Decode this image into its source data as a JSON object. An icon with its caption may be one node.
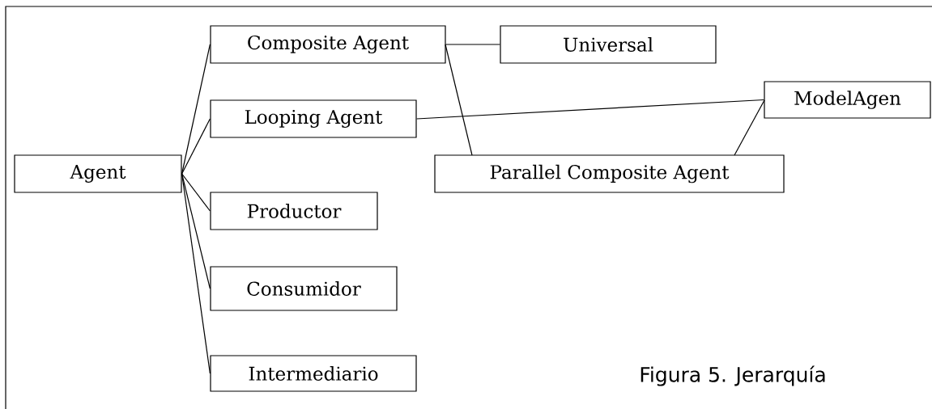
{
  "diagram": {
    "caption": "Figura 5. Jerarquía",
    "nodes": [
      {
        "text": [
          "Agent"
        ]
      },
      {
        "text": [
          "Composite Agent"
        ]
      },
      {
        "text": [
          "Universal"
        ]
      },
      {
        "text": [
          "Looping Agent"
        ]
      },
      {
        "text": [
          "ModelAgen"
        ]
      },
      {
        "text": [
          "Parallel Composite Agent"
        ]
      },
      {
        "text": [
          "Productor"
        ]
      },
      {
        "text": [
          "Consumidor"
        ]
      },
      {
        "text": [
          "Intermediario"
        ]
      }
    ],
    "edges": [
      {
        "from": 0,
        "to": 1,
        "arrow": "none"
      },
      {
        "from": 0,
        "to": 3,
        "arrow": "none"
      },
      {
        "from": 0,
        "to": 6,
        "arrow": "none"
      },
      {
        "from": 0,
        "to": 7,
        "arrow": "none"
      },
      {
        "from": 0,
        "to": 8,
        "arrow": "none"
      },
      {
        "from": 1,
        "to": 2,
        "arrow": "none"
      },
      {
        "from": 1,
        "to": 5,
        "arrow": "none"
      },
      {
        "from": 3,
        "to": 4,
        "arrow": "none"
      },
      {
        "from": 4,
        "to": 5,
        "arrow": "none"
      }
    ]
  }
}
